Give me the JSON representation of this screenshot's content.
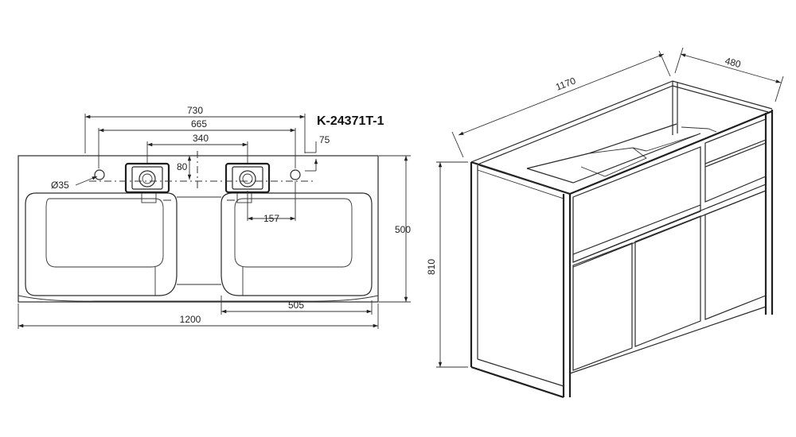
{
  "model_code": "K-24371T-1",
  "top_view": {
    "dim_730": "730",
    "dim_665": "665",
    "dim_340": "340",
    "dim_75": "75",
    "dim_80": "80",
    "dim_diameter": "Ø35",
    "dim_157": "157",
    "dim_500": "500",
    "dim_505": "505",
    "dim_1200": "1200"
  },
  "iso_view": {
    "dim_1170": "1170",
    "dim_480": "480",
    "dim_810": "810"
  },
  "colors": {
    "line": "#2a2a2a",
    "background": "#ffffff"
  }
}
